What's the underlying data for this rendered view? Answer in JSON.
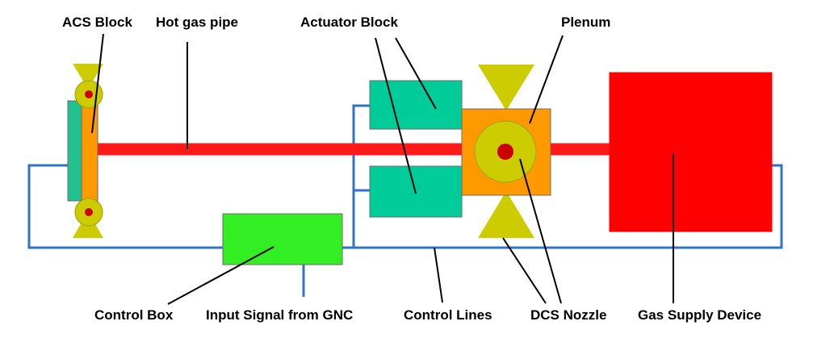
{
  "labels": {
    "acs_block": "ACS Block",
    "hot_gas_pipe": "Hot gas pipe",
    "actuator_block": "Actuator Block",
    "plenum": "Plenum",
    "control_box": "Control Box",
    "input_signal": "Input Signal from GNC",
    "control_lines": "Control Lines",
    "dcs_nozzle": "DCS Nozzle",
    "gas_supply": "Gas Supply Device"
  },
  "colors": {
    "control_line": "#2f73c8",
    "hot_gas_pipe": "#ff1a1a",
    "gas_supply": "#ff0000",
    "plenum": "#ff9900",
    "acs_block": "#ff9900",
    "actuator": "#00cc99",
    "acs_backplate": "#21c28f",
    "control_box": "#33ee22",
    "nozzle": "#cccc00",
    "nozzle_center": "#cc0000",
    "text": "#000000"
  }
}
